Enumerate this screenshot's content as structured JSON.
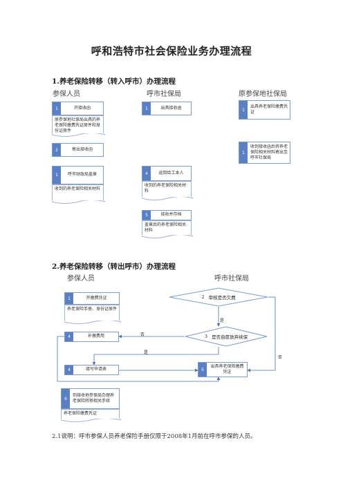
{
  "title": "呼和浩特市社会保险业务办理流程",
  "section1": {
    "heading": "1.养老保险转移（转入呼市）办理流程",
    "lanes": [
      "参保人员",
      "呼市社保局",
      "原参保地社保局"
    ],
    "steps": [
      {
        "num": "1",
        "text": "开接收函"
      },
      {
        "num": "1",
        "text": "出具接收函"
      },
      {
        "num": "1",
        "text": "出具养老保险缴费凭证"
      },
      {
        "num": "2",
        "text": "寄出接收函"
      },
      {
        "num": "1",
        "text": "收到接收函后将养老保险相关材料寄出至呼市社保局"
      },
      {
        "num": "1",
        "text": "呼市财政局盖章"
      },
      {
        "num": "4",
        "text": "返回给工本人"
      },
      {
        "num": "5",
        "text": "接收并存档"
      }
    ],
    "documents": [
      "原参保地社保局出具的养老保险缴费凭证原件和身份证原件",
      "收到的养老保险相关材料",
      "收到的养老保险相关材料",
      "盖章后的养老保险相关材料"
    ]
  },
  "section2": {
    "heading": "2.养老保险转移（转出呼市）办理流程",
    "lanes": [
      "参保人员",
      "呼市社保局"
    ],
    "steps": [
      {
        "num": "1",
        "text": "开缴费凭证"
      },
      {
        "num": "4",
        "text": "补缴费用"
      },
      {
        "num": "4",
        "text": "填写申请表"
      },
      {
        "num": "5",
        "text": "出具养老保险缴费凭证"
      },
      {
        "num": "6",
        "text": "到接收地参保局办理养老保险转移相关手续"
      }
    ],
    "decisions": [
      {
        "num": "2",
        "text": "审核是否欠费"
      },
      {
        "num": "3",
        "text": "是否自愿放弃续保"
      }
    ],
    "documents": [
      "养老保险手册、身份证原件",
      "养老保险缴费凭证"
    ],
    "edge_labels": {
      "yes1": "是",
      "no1": "否",
      "yes2": "是",
      "no2": "否"
    }
  },
  "note": "2.1说明：呼市参保人员养老保险手册仅限于2008年1月前在呼市参保的人员。"
}
